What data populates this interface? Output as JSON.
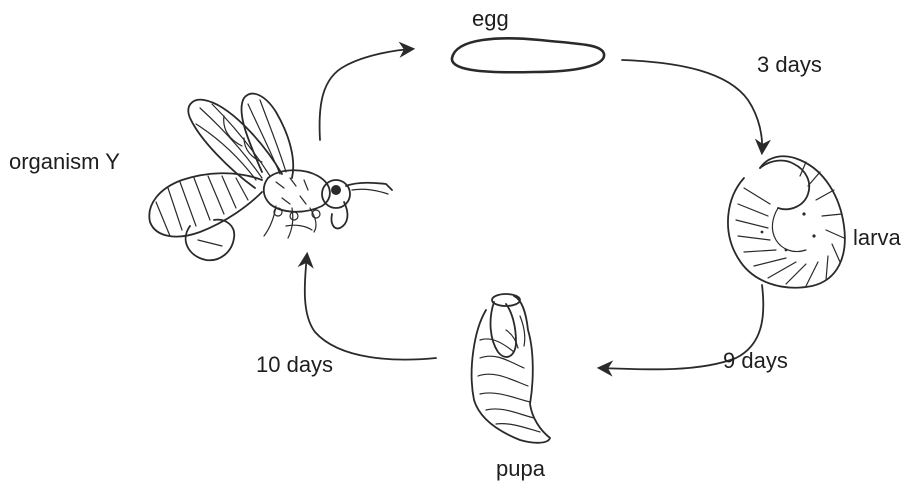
{
  "stages": {
    "egg": "egg",
    "larva": "larva",
    "pupa": "pupa",
    "adult": "organism Y"
  },
  "durations": {
    "egg_to_larva": "3 days",
    "larva_to_pupa": "9 days",
    "pupa_to_adult": "10 days"
  },
  "colors": {
    "ink": "#2a2a2a",
    "background": "#ffffff"
  }
}
